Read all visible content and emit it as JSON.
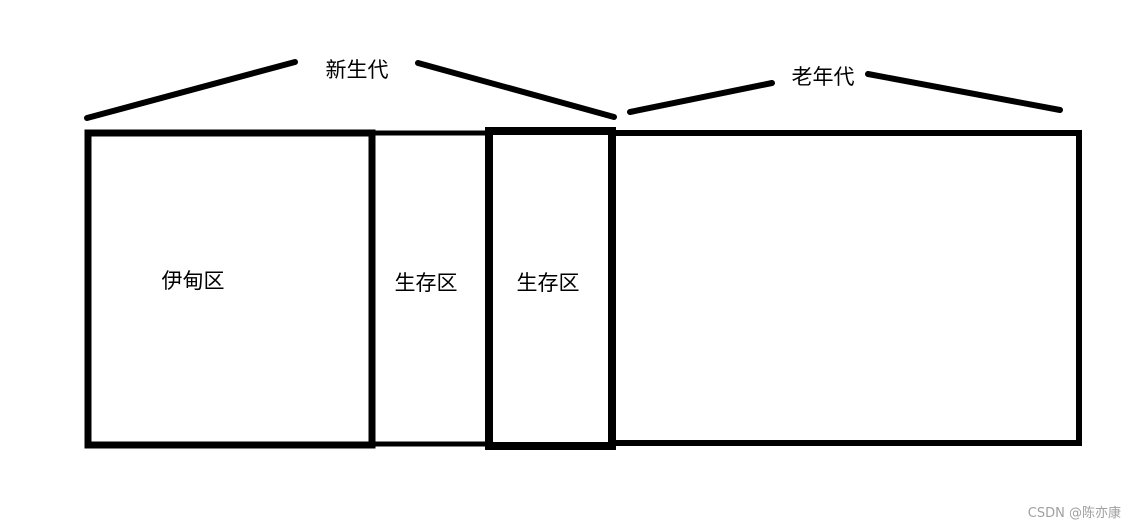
{
  "groups": {
    "young": "新生代",
    "old": "老年代"
  },
  "regions": {
    "eden": "伊甸区",
    "survivor_1": "生存区",
    "survivor_2": "生存区"
  },
  "watermark": "CSDN @陈亦康",
  "colors": {
    "stroke": "#000000",
    "background": "#ffffff",
    "watermark": "#a0a0a0"
  }
}
